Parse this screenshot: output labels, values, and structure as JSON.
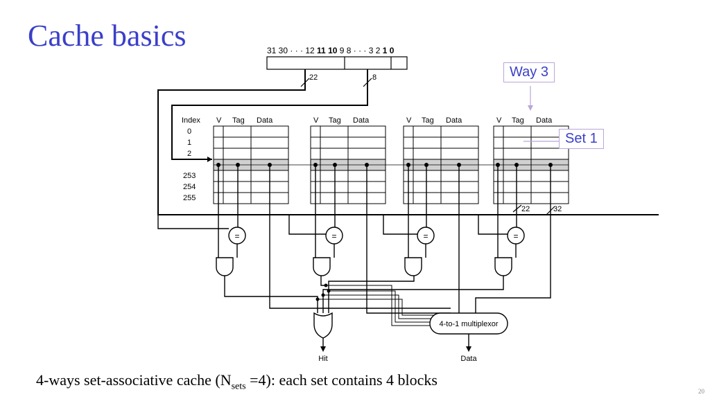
{
  "slide": {
    "title": "Cache basics",
    "caption_main": "4-ways set-associative cache (N",
    "caption_sub": "sets",
    "caption_rest": " =4):  each set contains 4 blocks",
    "page_number": "20"
  },
  "callouts": {
    "way": "Way 3",
    "set": "Set 1"
  },
  "address": {
    "bits_label_left": "31  30  · · ·  12  ",
    "bits_mid_bold": "11  10",
    "bits_label_right": "  9  8  · · ·  3  2  ",
    "bits_right_bold": "1  0",
    "tag_width": "22",
    "index_width": "8"
  },
  "ways": {
    "index_header": "Index",
    "col_v": "V",
    "col_tag": "Tag",
    "col_data": "Data",
    "index_labels": [
      "0",
      "1",
      "2",
      "253",
      "254",
      "255"
    ]
  },
  "datapath": {
    "compare_symbol": "=",
    "tag_bus_width": "22",
    "data_bus_width": "32",
    "mux_label": "4-to-1 multiplexor",
    "hit_label": "Hit",
    "data_label": "Data"
  },
  "colors": {
    "title": "#3a3fc8",
    "highlight_row": "#d0d0d0",
    "callout_border": "#b9a6d8"
  }
}
